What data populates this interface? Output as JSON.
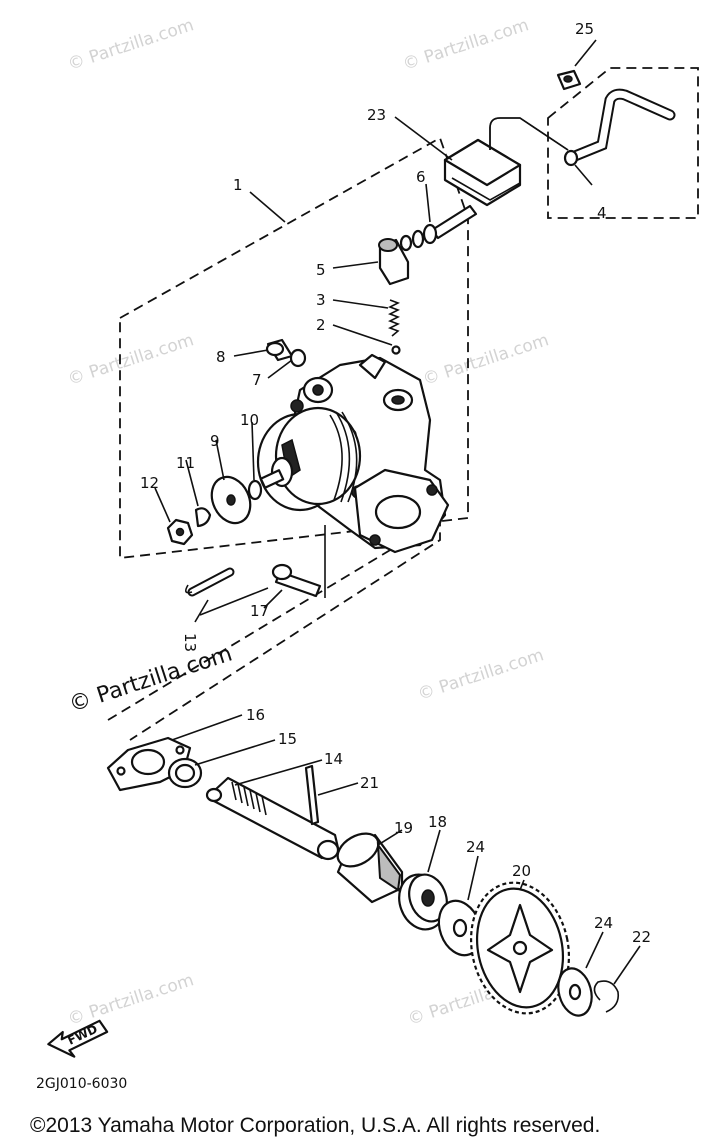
{
  "watermark": {
    "faint": "© Partzilla.com",
    "bold": "© Partzilla.com"
  },
  "diagram_code": "2GJ010-6030",
  "copyright": "©2013 Yamaha Motor Corporation, U.S.A. All rights reserved.",
  "fwd_label": "FWD",
  "callouts": {
    "c1": "1",
    "c2": "2",
    "c3": "3",
    "c4": "4",
    "c5": "5",
    "c6": "6",
    "c7": "7",
    "c8": "8",
    "c9": "9",
    "c10": "10",
    "c11": "11",
    "c12": "12",
    "c13": "13",
    "c14": "14",
    "c15": "15",
    "c16": "16",
    "c17": "17",
    "c18": "18",
    "c19": "19",
    "c20": "20",
    "c21": "21",
    "c22": "22",
    "c23": "23",
    "c24a": "24",
    "c24b": "24",
    "c25": "25"
  }
}
